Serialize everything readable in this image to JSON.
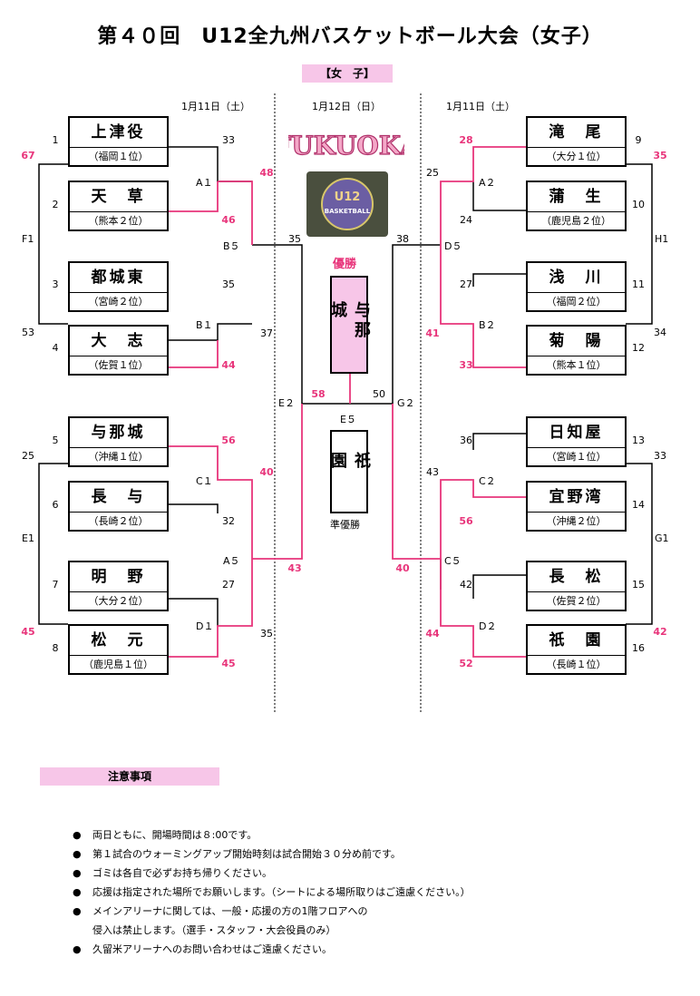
{
  "title": "第４０回　U12全九州バスケットボール大会（女子）",
  "subtitle": "【女　子】",
  "dates": {
    "left": "1月11日（土）",
    "center": "1月12日（日）",
    "right": "1月11日（土）"
  },
  "teams": [
    {
      "no": "1",
      "name": "上津役",
      "rank": "（福岡１位）"
    },
    {
      "no": "2",
      "name": "天　草",
      "rank": "（熊本２位）"
    },
    {
      "no": "3",
      "name": "都城東",
      "rank": "（宮崎２位）"
    },
    {
      "no": "4",
      "name": "大　志",
      "rank": "（佐賀１位）"
    },
    {
      "no": "5",
      "name": "与那城",
      "rank": "（沖縄１位）"
    },
    {
      "no": "6",
      "name": "長　与",
      "rank": "（長崎２位）"
    },
    {
      "no": "7",
      "name": "明　野",
      "rank": "（大分２位）"
    },
    {
      "no": "8",
      "name": "松　元",
      "rank": "（鹿児島１位）"
    },
    {
      "no": "9",
      "name": "滝　尾",
      "rank": "（大分１位）"
    },
    {
      "no": "10",
      "name": "蒲　生",
      "rank": "（鹿児島２位）"
    },
    {
      "no": "11",
      "name": "浅　川",
      "rank": "（福岡２位）"
    },
    {
      "no": "12",
      "name": "菊　陽",
      "rank": "（熊本１位）"
    },
    {
      "no": "13",
      "name": "日知屋",
      "rank": "（宮崎１位）"
    },
    {
      "no": "14",
      "name": "宜野湾",
      "rank": "（沖縄２位）"
    },
    {
      "no": "15",
      "name": "長　松",
      "rank": "（佐賀２位）"
    },
    {
      "no": "16",
      "name": "祇　園",
      "rank": "（長崎１位）"
    }
  ],
  "games": [
    "A１",
    "B１",
    "C１",
    "D１",
    "A２",
    "B２",
    "C２",
    "D２",
    "B５",
    "A５",
    "D５",
    "C５",
    "E２",
    "G２",
    "E５",
    "F1",
    "E1",
    "H1",
    "G1"
  ],
  "scores": {
    "a1_top": "33",
    "a1_bot": "46",
    "b1_top": "35",
    "b1_bot": "44",
    "c1_top": "56",
    "c1_bot": "32",
    "d1_top": "27",
    "d1_bot": "45",
    "a2_top": "28",
    "a2_bot": "24",
    "b2_top": "27",
    "b2_bot": "33",
    "c2_top": "36",
    "c2_bot": "56",
    "d2_top": "42",
    "d2_bot": "52",
    "b5_top": "48",
    "b5_bot": "37",
    "a5_top": "40",
    "a5_bot": "35",
    "d5_top": "25",
    "d5_bot": "41",
    "c5_top": "43",
    "c5_bot": "44",
    "e2_top": "35",
    "e2_bot": "43",
    "g2_top": "38",
    "g2_bot": "40",
    "final_left": "58",
    "final_right": "50",
    "f1_top": "67",
    "f1_bot": "53",
    "e1_top": "25",
    "e1_bot": "45",
    "h1_top": "35",
    "h1_bot": "34",
    "g1_top": "33",
    "g1_bot": "42"
  },
  "champion": {
    "label": "優勝",
    "name": "与那城"
  },
  "runner_up": {
    "label": "準優勝",
    "name": "祇　園"
  },
  "logo_text": {
    "fukuoka": "FUKUOKA",
    "u12": "U12",
    "badge": "BASKETBALL"
  },
  "notes_header": "注意事項",
  "notes": [
    "両日ともに、開場時間は８:00です。",
    "第１試合のウォーミングアップ開始時刻は試合開始３０分め前です。",
    "ゴミは各自で必ずお持ち帰りください。",
    "応援は指定された場所でお願いします。（シートによる場所取りはご遠慮ください。）",
    "メインアリーナに関しては、一般・応援の方の1階フロアへの",
    "久留米アリーナへのお問い合わせはご遠慮ください。"
  ],
  "notes_cont": "侵入は禁止します。（選手・スタッフ・大会役員のみ）",
  "bullet": "●",
  "colors": {
    "win": "#e8357b",
    "highlight": "#f7c6e8"
  }
}
